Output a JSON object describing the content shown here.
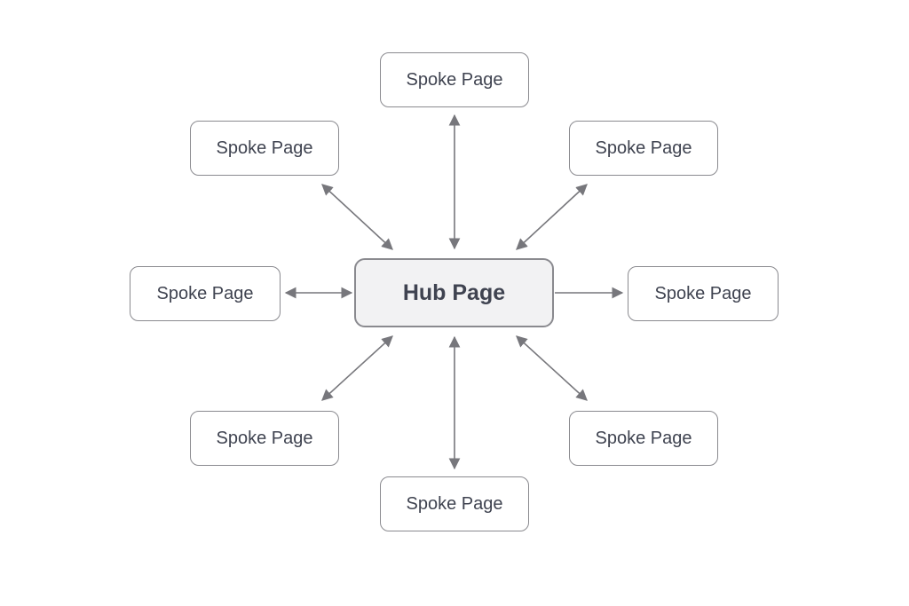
{
  "hub": {
    "label": "Hub Page"
  },
  "spokes": [
    {
      "label": "Spoke Page"
    },
    {
      "label": "Spoke Page"
    },
    {
      "label": "Spoke Page"
    },
    {
      "label": "Spoke Page"
    },
    {
      "label": "Spoke Page"
    },
    {
      "label": "Spoke Page"
    },
    {
      "label": "Spoke Page"
    },
    {
      "label": "Spoke Page"
    }
  ],
  "colors": {
    "line": "#77777c",
    "border": "#8a8a8f",
    "hub_fill": "#f2f2f3",
    "text": "#3f4350"
  }
}
